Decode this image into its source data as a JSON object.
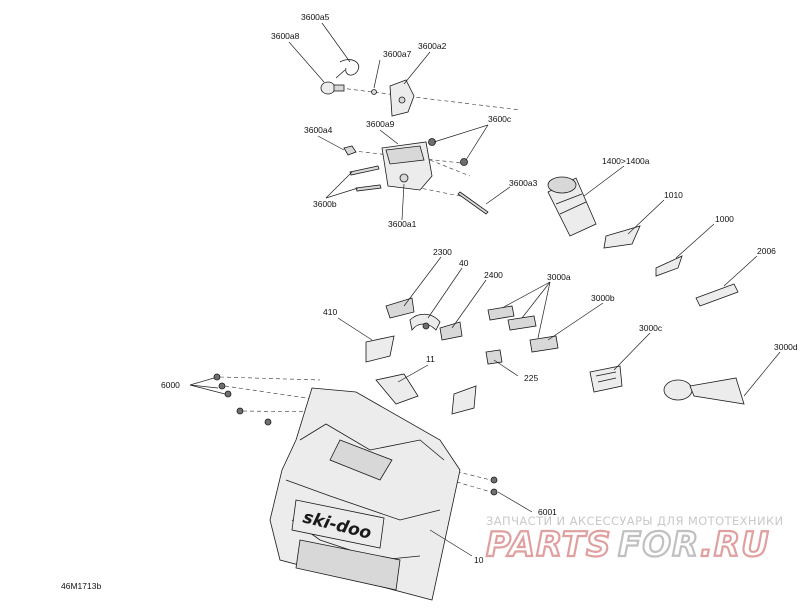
{
  "diagram": {
    "reference_code": "46M1713b",
    "callouts": [
      "3600a5",
      "3600a8",
      "3600a7",
      "3600a2",
      "3600a4",
      "3600a9",
      "3600c",
      "3600b",
      "3600a1",
      "3600a3",
      "1400>1400a",
      "1010",
      "1000",
      "2006",
      "2300",
      "40",
      "2400",
      "3000a",
      "3000b",
      "410",
      "3000c",
      "11",
      "225",
      "3000d",
      "6000",
      "6001",
      "10"
    ],
    "brand_text": "ski-doo"
  },
  "watermark": {
    "tagline": "ЗАПЧАСТИ И АКСЕССУАРЫ ДЛЯ МОТОТЕХНИКИ",
    "logo_part1": "PARTS",
    "logo_part2": "FOR",
    "logo_part3": ".RU"
  }
}
